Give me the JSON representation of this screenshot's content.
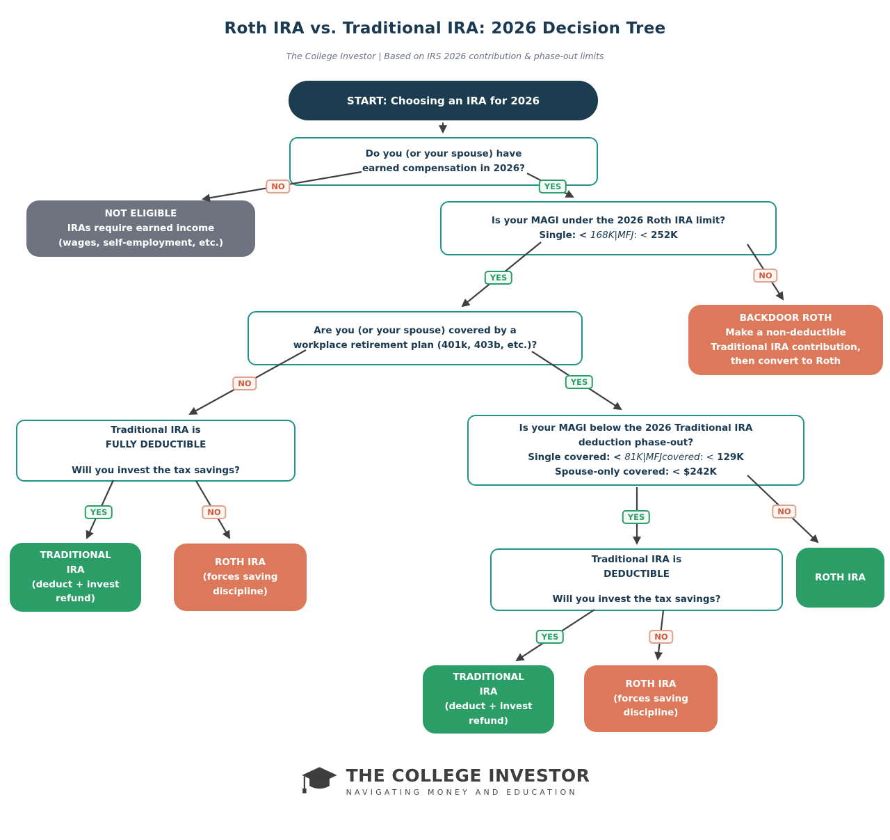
{
  "page": {
    "title": "Roth IRA vs. Traditional IRA: 2026 Decision Tree",
    "subtitle": "The College Investor  |  Based on IRS 2026 contribution & phase-out limits"
  },
  "colors": {
    "navy": "#1c3c50",
    "teal_border": "#1f948b",
    "gray_box": "#6e7380",
    "orange_box": "#dc795a",
    "green_box": "#2b9e68",
    "yes_label": "#2b9e68",
    "no_label": "#cf5a3d",
    "arrow": "#3c4043"
  },
  "edge_labels": {
    "yes": "YES",
    "no": "NO"
  },
  "nodes": {
    "start": {
      "label": "START: Choosing an IRA for 2026"
    },
    "earned": {
      "lines": [
        "Do you (or your spouse) have",
        "earned compensation in 2026?"
      ]
    },
    "not_eligible": {
      "lines": [
        "NOT ELIGIBLE",
        "IRAs require earned income",
        "(wages, self-employment, etc.)"
      ]
    },
    "roth_limit": {
      "lines": [
        "Is your MAGI under the 2026 Roth IRA limit?"
      ],
      "limit": {
        "b1": "Single: < ",
        "i": "168K|MFJ",
        "m": ": < ",
        "b2": "252K"
      }
    },
    "workplace": {
      "lines": [
        "Are you (or your spouse) covered by a",
        "workplace retirement plan (401k, 403b, etc.)?"
      ]
    },
    "backdoor": {
      "lines": [
        "BACKDOOR ROTH",
        "Make a non-deductible",
        "Traditional IRA contribution,",
        "then convert to Roth"
      ]
    },
    "fully_deductible": {
      "lines": [
        "Traditional IRA is",
        "FULLY DEDUCTIBLE"
      ],
      "question": "Will you invest the tax savings?"
    },
    "trad_phaseout": {
      "lines": [
        "Is your MAGI below the 2026 Traditional IRA",
        "deduction phase-out?"
      ],
      "limit": {
        "b1": "Single covered: < ",
        "i": "81K|MFJcovered",
        "m": ": < ",
        "b2": "129K"
      },
      "last": "Spouse-only covered: < $242K"
    },
    "trad_left": {
      "lines": [
        "TRADITIONAL",
        "IRA",
        "(deduct + invest",
        "refund)"
      ]
    },
    "roth_left": {
      "lines": [
        "ROTH IRA",
        "(forces saving",
        "discipline)"
      ]
    },
    "deductible": {
      "lines": [
        "Traditional IRA is",
        "DEDUCTIBLE"
      ],
      "question": "Will you invest the tax savings?"
    },
    "roth_green": {
      "label": "ROTH IRA"
    },
    "trad_bottom": {
      "lines": [
        "TRADITIONAL",
        "IRA",
        "(deduct + invest",
        "refund)"
      ]
    },
    "roth_bottom": {
      "lines": [
        "ROTH IRA",
        "(forces saving",
        "discipline)"
      ]
    }
  },
  "footer": {
    "brand": "THE COLLEGE INVESTOR",
    "tagline": "NAVIGATING MONEY AND EDUCATION"
  }
}
